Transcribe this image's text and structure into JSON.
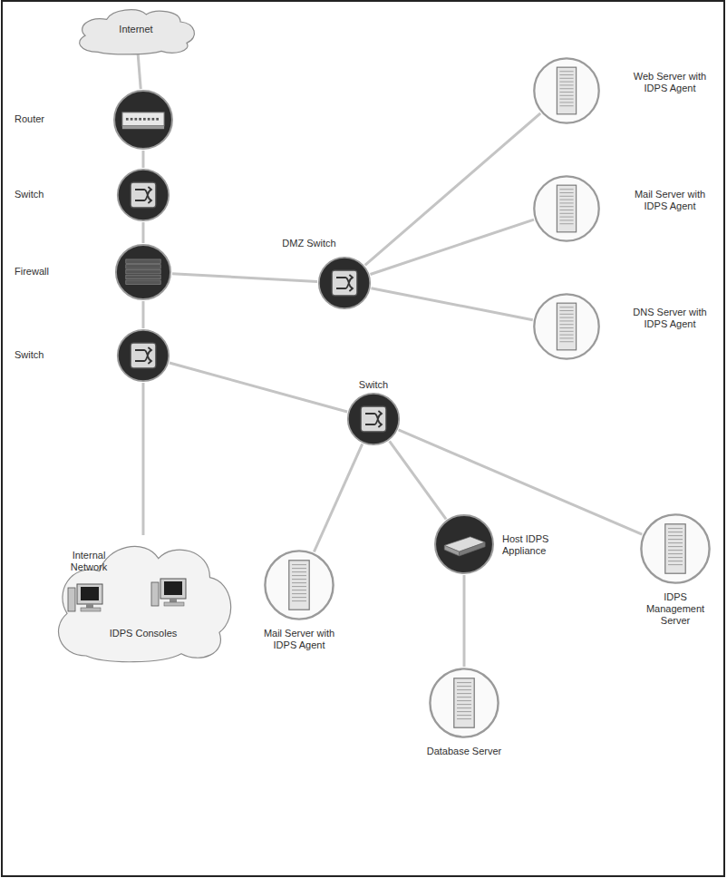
{
  "diagram": {
    "nodes": [
      {
        "text": [
          "Internet"
        ]
      },
      {
        "text": [
          "Router"
        ]
      },
      {
        "text": [
          "Switch"
        ]
      },
      {
        "text": [
          "Firewall"
        ]
      },
      {
        "text": [
          "DMZ Switch"
        ]
      },
      {
        "text": [
          "Web Server with IDPS Agent"
        ]
      },
      {
        "text": [
          "Mail Server with IDPS Agent"
        ]
      },
      {
        "text": [
          "DNS Server with IDPS Agent"
        ]
      },
      {
        "text": [
          "Switch"
        ]
      },
      {
        "text": [
          "Switch"
        ]
      },
      {
        "text": [
          "Internal Network",
          "IDPS Consoles"
        ]
      },
      {
        "text": [
          "Mail Server with IDPS Agent"
        ]
      },
      {
        "text": [
          "Host IDPS Appliance"
        ]
      },
      {
        "text": [
          "IDPS Management Server"
        ]
      },
      {
        "text": [
          "Database Server"
        ]
      }
    ],
    "edges": [
      {
        "from": 0,
        "to": 1,
        "arrow": "none"
      },
      {
        "from": 1,
        "to": 2,
        "arrow": "none"
      },
      {
        "from": 2,
        "to": 3,
        "arrow": "none"
      },
      {
        "from": 3,
        "to": 4,
        "arrow": "none"
      },
      {
        "from": 4,
        "to": 5,
        "arrow": "none"
      },
      {
        "from": 4,
        "to": 6,
        "arrow": "none"
      },
      {
        "from": 4,
        "to": 7,
        "arrow": "none"
      },
      {
        "from": 3,
        "to": 8,
        "arrow": "none"
      },
      {
        "from": 8,
        "to": 10,
        "arrow": "none"
      },
      {
        "from": 8,
        "to": 9,
        "arrow": "none"
      },
      {
        "from": 9,
        "to": 11,
        "arrow": "none"
      },
      {
        "from": 9,
        "to": 12,
        "arrow": "none"
      },
      {
        "from": 9,
        "to": 13,
        "arrow": "none"
      },
      {
        "from": 12,
        "to": 14,
        "arrow": "none"
      }
    ]
  }
}
